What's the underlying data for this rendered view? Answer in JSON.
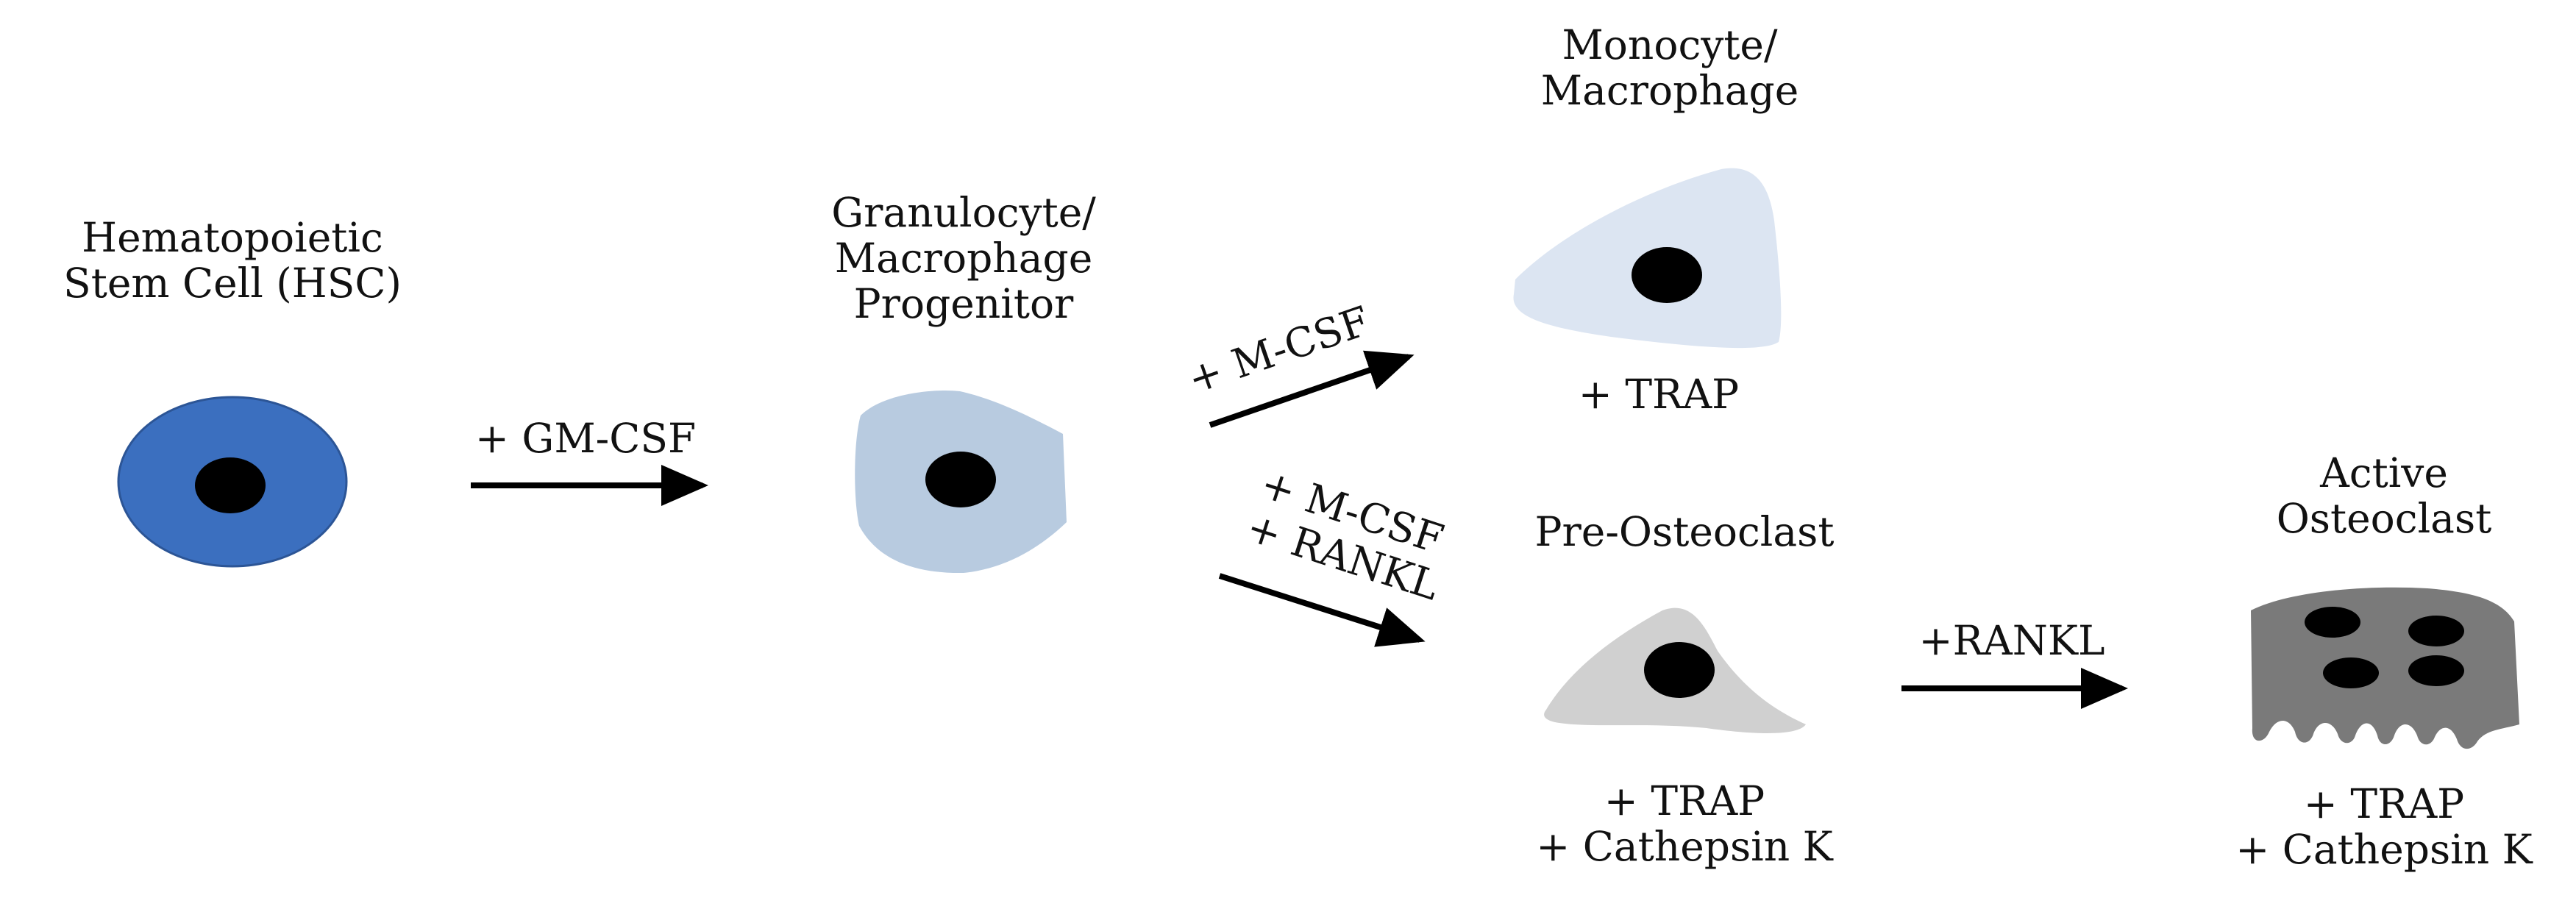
{
  "colors": {
    "hsc_cell": "#3b6fbf",
    "progenitor_cell": "#b8cbe0",
    "monocyte_cell": "#dce5f2",
    "pre_osteoclast_cell": "#d0d0d0",
    "osteoclast_cell": "#7a7a7a",
    "nucleus": "#000000",
    "arrow": "#000000"
  },
  "nodes": {
    "hsc": {
      "title": [
        "Hematopoietic",
        "Stem Cell (HSC)"
      ]
    },
    "progenitor": {
      "title": [
        "Granulocyte/",
        "Macrophage",
        "Progenitor"
      ]
    },
    "monocyte": {
      "title": [
        "Monocyte/",
        "Macrophage"
      ],
      "markers": [
        "+ TRAP"
      ]
    },
    "pre_osteoclast": {
      "title": [
        "Pre-Osteoclast"
      ],
      "markers": [
        "+ TRAP",
        "+ Cathepsin K"
      ]
    },
    "osteoclast": {
      "title": [
        "Active",
        "Osteoclast"
      ],
      "markers": [
        "+ TRAP",
        "+ Cathepsin K"
      ]
    }
  },
  "edges": {
    "hsc_to_progenitor": {
      "label": [
        "+ GM-CSF"
      ]
    },
    "progenitor_to_monocyte": {
      "label": [
        "+ M-CSF"
      ]
    },
    "progenitor_to_pre_osteoclast": {
      "label": [
        "+ M-CSF",
        "+ RANKL"
      ]
    },
    "pre_osteoclast_to_osteoclast": {
      "label": [
        "+RANKL"
      ]
    }
  }
}
